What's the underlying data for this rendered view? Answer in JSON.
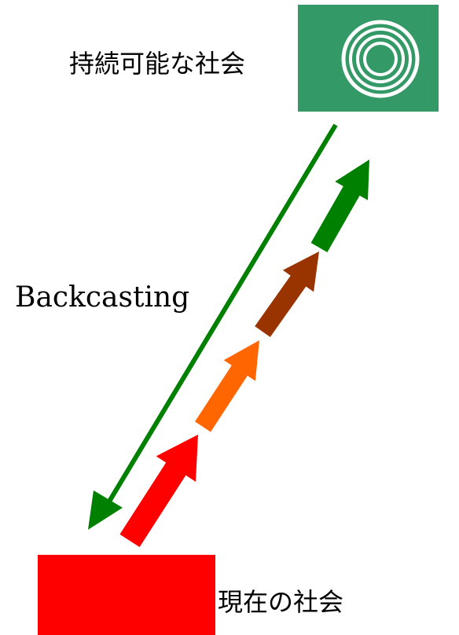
{
  "labels": {
    "sustainable_society": "持続可能な社会",
    "current_society": "現在の社会",
    "backcasting": "Backcasting"
  },
  "colors": {
    "sustainable_box": "#339966",
    "current_box": "#ff0000",
    "backcasting_arrow": "#008000",
    "target_rings": "#ffffff",
    "step_arrows": [
      "#ff0000",
      "#ff0000",
      "#ff6600",
      "#993300",
      "#008000"
    ]
  },
  "icons": {
    "sustainable_box_icon": "concentric-circles-icon"
  }
}
